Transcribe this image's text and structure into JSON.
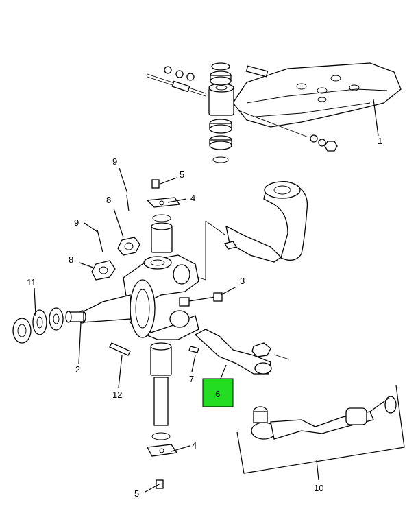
{
  "callouts": {
    "c1": "1",
    "c2": "2",
    "c3": "3",
    "c4a": "4",
    "c4b": "4",
    "c5a": "5",
    "c5b": "5",
    "c6": "6",
    "c7": "7",
    "c8a": "8",
    "c8b": "8",
    "c9a": "9",
    "c9b": "9",
    "c10": "10",
    "c11": "11",
    "c12": "12"
  },
  "highlight": {
    "callout": "6",
    "color": "#22dd22"
  }
}
